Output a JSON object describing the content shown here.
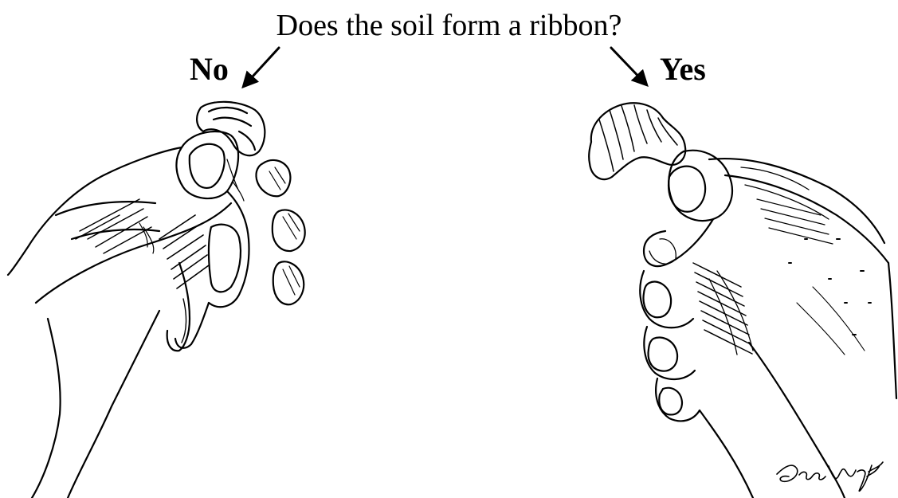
{
  "question": "Does the soil form a ribbon?",
  "answers": {
    "no": "No",
    "yes": "Yes"
  },
  "signature": "Lona Wyff",
  "colors": {
    "ink": "#000000",
    "background": "#ffffff"
  }
}
